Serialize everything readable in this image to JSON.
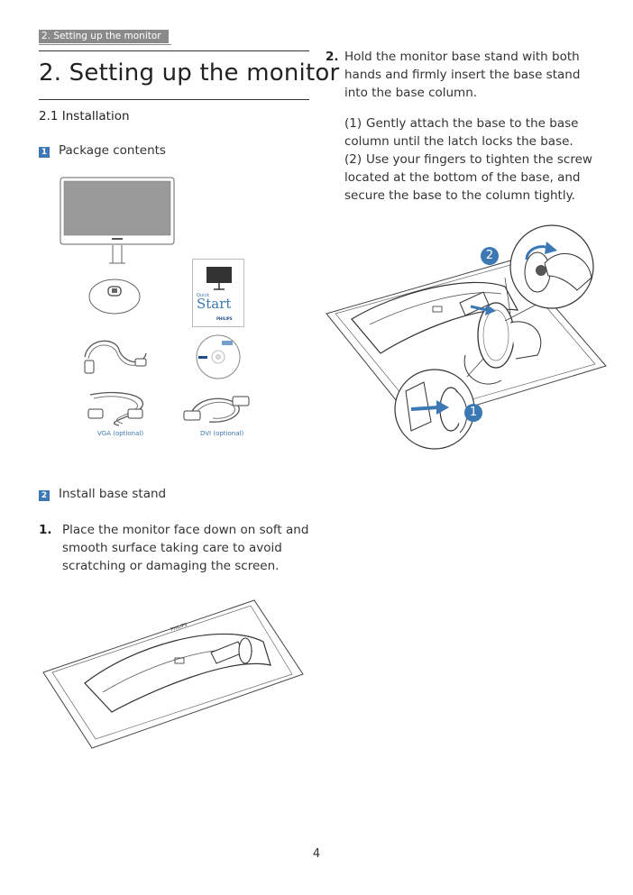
{
  "header": {
    "tab_label": "2. Setting up the monitor"
  },
  "title": "2. Setting up the monitor",
  "section": {
    "heading": "2.1 Installation"
  },
  "subsections": [
    {
      "number": "1",
      "label": "Package contents"
    },
    {
      "number": "2",
      "label": "Install base stand"
    }
  ],
  "package_items": {
    "vga_caption": "VGA (optional)",
    "dvi_caption": "DVI (optional)",
    "quick_start_small": "Quick",
    "quick_start_big": "Start",
    "brand": "PHILIPS"
  },
  "steps": [
    {
      "number": "1.",
      "text": "Place the monitor face down on soft and smooth surface taking care to avoid scratching or damaging the screen."
    },
    {
      "number": "2.",
      "text": "Hold the monitor base stand with both hands and firmly insert the base stand into the base column."
    }
  ],
  "substeps": [
    {
      "label": "(1)",
      "text": "Gently attach the base to the base column until the latch locks the base."
    },
    {
      "label": "(2)",
      "text": "Use your fingers to tighten the screw located at the bottom of the base, and secure the base to the column tightly."
    }
  ],
  "callouts": {
    "one": "1",
    "two": "2"
  },
  "page_number": "4",
  "colors": {
    "accent": "#3c78b4",
    "header_tab": "#8a8a8a",
    "text": "#333333"
  }
}
